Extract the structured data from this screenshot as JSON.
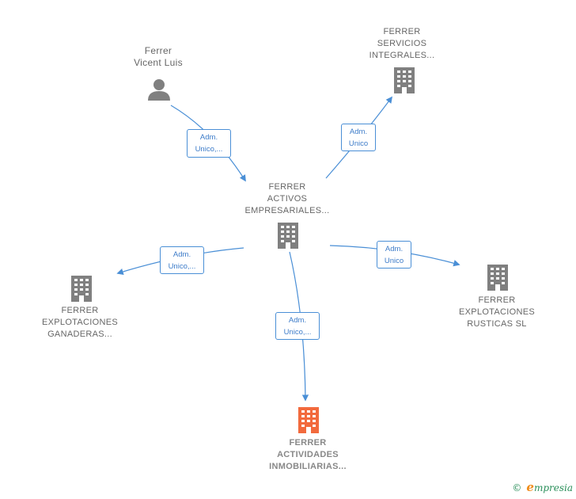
{
  "nodes": {
    "person": {
      "lines": [
        "Ferrer",
        "Vicent Luis"
      ]
    },
    "center": {
      "lines": [
        "FERRER",
        "ACTIVOS",
        "EMPRESARIALES..."
      ]
    },
    "servicios": {
      "lines": [
        "FERRER",
        "SERVICIOS",
        "INTEGRALES..."
      ]
    },
    "ganaderas": {
      "lines": [
        "FERRER",
        "EXPLOTACIONES",
        "GANADERAS..."
      ]
    },
    "rusticas": {
      "lines": [
        "FERRER",
        "EXPLOTACIONES",
        "RUSTICAS  SL"
      ]
    },
    "inmobiliarias": {
      "lines": [
        "FERRER",
        "ACTIVIDADES",
        "INMOBILIARIAS..."
      ]
    }
  },
  "edges": {
    "person_center": [
      "Adm.",
      "Unico,..."
    ],
    "center_servicios": [
      "Adm.",
      "Unico"
    ],
    "center_ganaderas": [
      "Adm.",
      "Unico,..."
    ],
    "center_rusticas": [
      "Adm.",
      "Unico"
    ],
    "center_inmobiliarias": [
      "Adm.",
      "Unico,..."
    ]
  },
  "footer": {
    "copyright": "©",
    "brand_first": "e",
    "brand_rest": "mpresia"
  },
  "colors": {
    "edge": "#4a8fd6",
    "building": "#808080",
    "building_highlight": "#f26a3d",
    "person": "#808080"
  }
}
